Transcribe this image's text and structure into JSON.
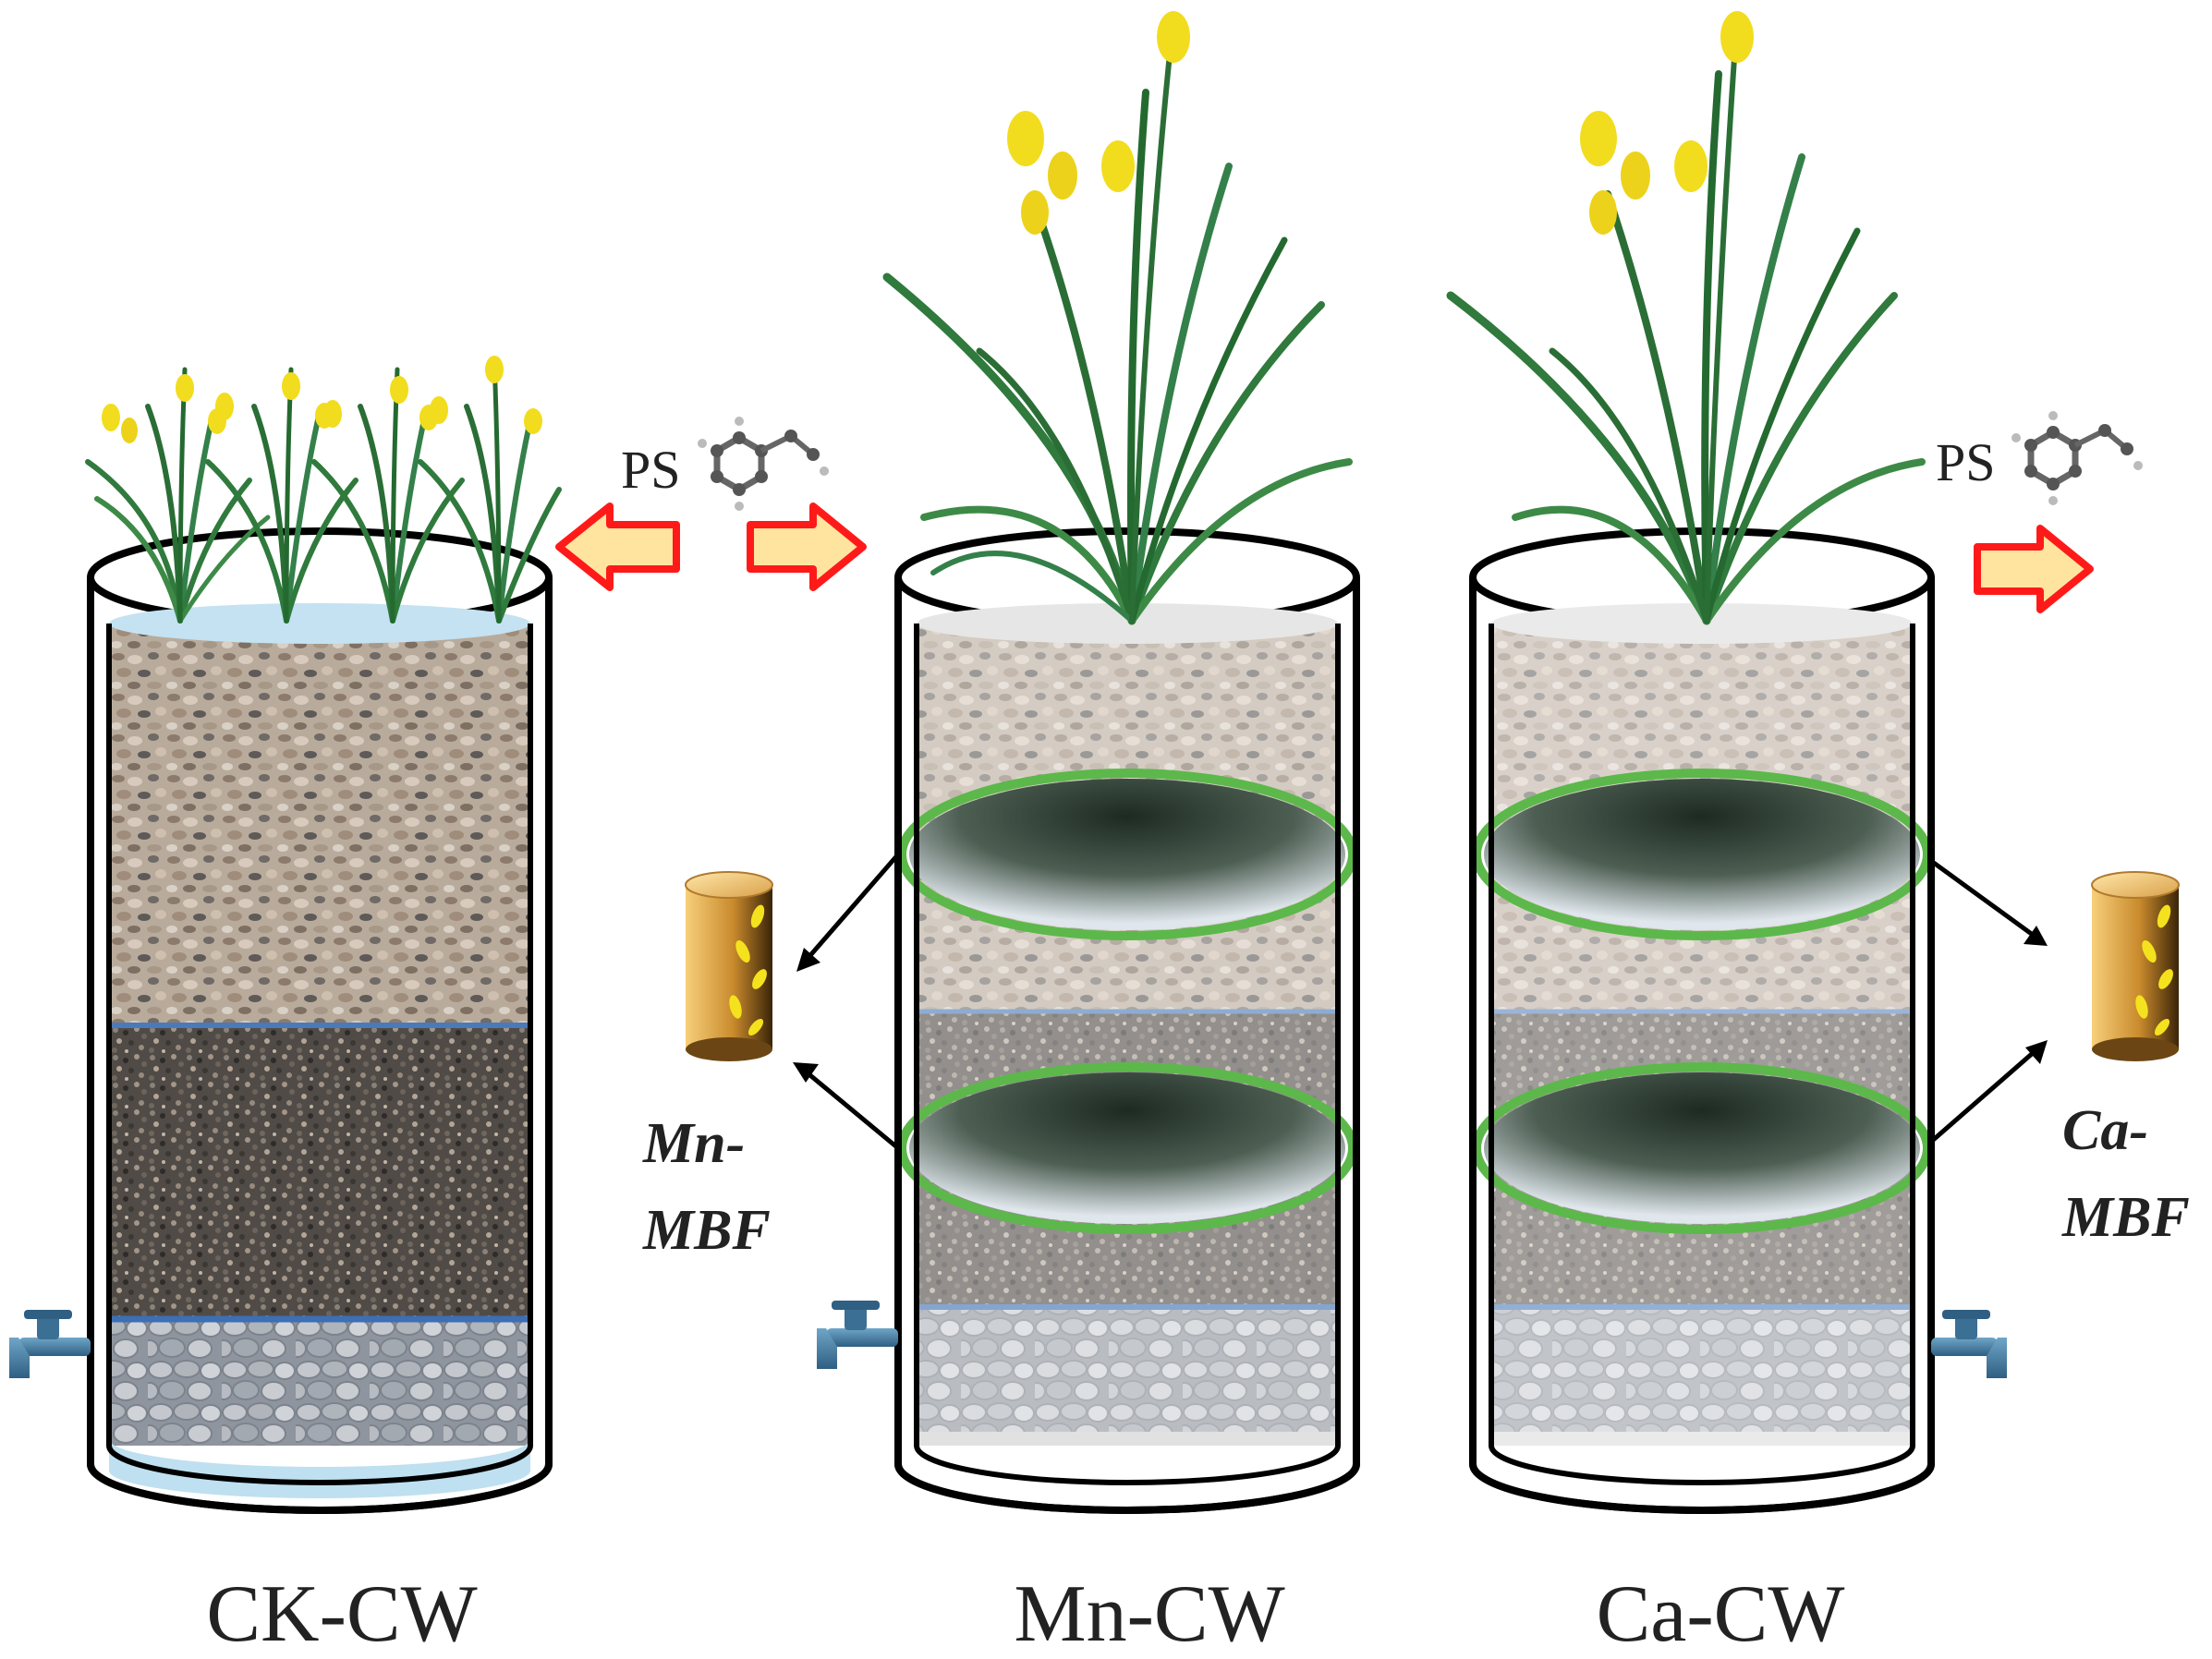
{
  "reactors": [
    {
      "id": "ck",
      "label": "CK-CW",
      "water_color": "#bfe0f0",
      "has_biofilm": false
    },
    {
      "id": "mn",
      "label": "Mn-CW",
      "water_color": "#e6e6e6",
      "has_biofilm": true
    },
    {
      "id": "ca",
      "label": "Ca-CW",
      "water_color": "#e6e6e6",
      "has_biofilm": true
    }
  ],
  "pollutant": {
    "label": "PS",
    "icon": "styrene-molecule-icon"
  },
  "carriers": [
    {
      "id": "mn",
      "label_line1": "Mn-",
      "label_line2": "MBF",
      "icon": "biofilm-carrier-icon"
    },
    {
      "id": "ca",
      "label_line1": "Ca-",
      "label_line2": "MBF",
      "icon": "biofilm-carrier-icon"
    }
  ],
  "colors": {
    "outline": "#000000",
    "arrow_fill": "#ffe4a0",
    "arrow_stroke": "#ff1a1a",
    "biofilm_ring": "#5cb84a",
    "gravel_top": "#b8a898",
    "gravel_middle": "#5e5a54",
    "cobble_bottom": "#a8aeb6",
    "iris_flower": "#f2dc1e",
    "leaf": "#2f7a3c"
  }
}
